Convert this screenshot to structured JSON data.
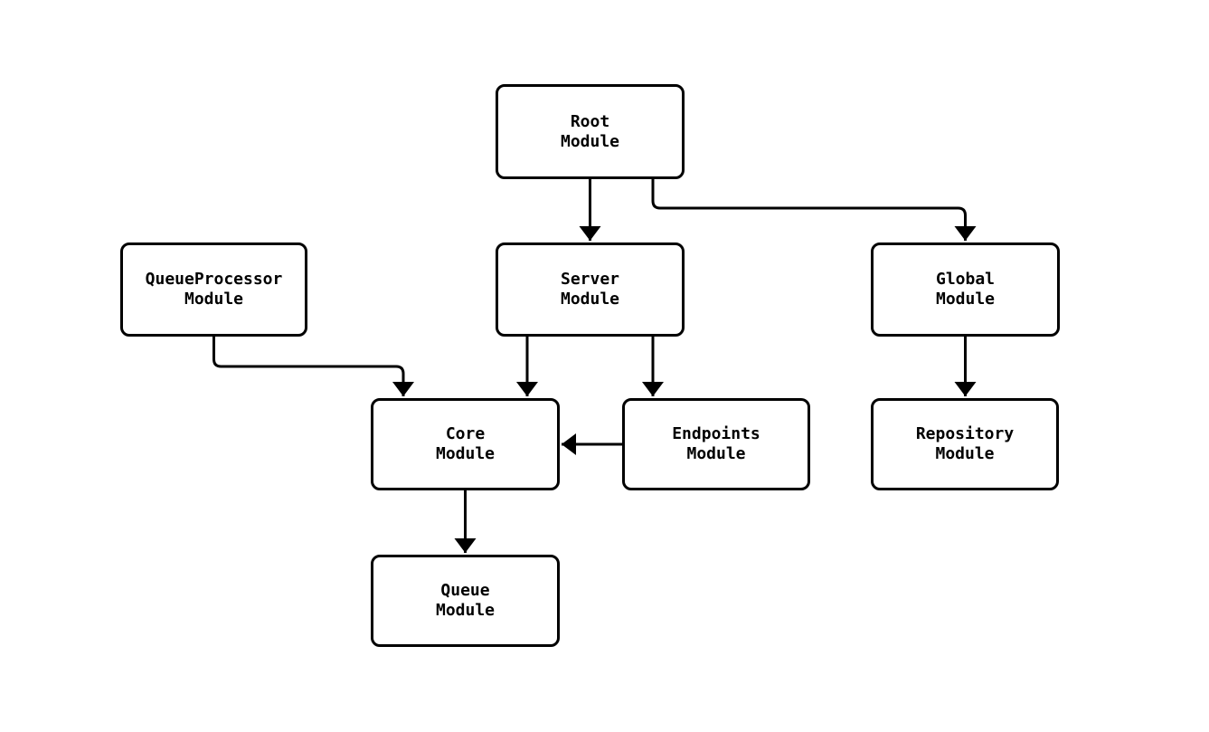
{
  "diagram": {
    "type": "flowchart",
    "background_color": "#ffffff",
    "node_fill_color": "#ffffff",
    "node_border_color": "#000000",
    "edge_color": "#000000",
    "text_color": "#000000",
    "nodes": [
      {
        "id": "root",
        "line1": "Root",
        "line2": "Module"
      },
      {
        "id": "queueprocessor",
        "line1": "QueueProcessor",
        "line2": "Module"
      },
      {
        "id": "server",
        "line1": "Server",
        "line2": "Module"
      },
      {
        "id": "global",
        "line1": "Global",
        "line2": "Module"
      },
      {
        "id": "core",
        "line1": "Core",
        "line2": "Module"
      },
      {
        "id": "endpoints",
        "line1": "Endpoints",
        "line2": "Module"
      },
      {
        "id": "repository",
        "line1": "Repository",
        "line2": "Module"
      },
      {
        "id": "queue",
        "line1": "Queue",
        "line2": "Module"
      }
    ],
    "edges": [
      {
        "from": "root",
        "to": "server"
      },
      {
        "from": "root",
        "to": "global"
      },
      {
        "from": "queueprocessor",
        "to": "core"
      },
      {
        "from": "server",
        "to": "core"
      },
      {
        "from": "server",
        "to": "endpoints"
      },
      {
        "from": "endpoints",
        "to": "core"
      },
      {
        "from": "global",
        "to": "repository"
      },
      {
        "from": "core",
        "to": "queue"
      }
    ]
  }
}
